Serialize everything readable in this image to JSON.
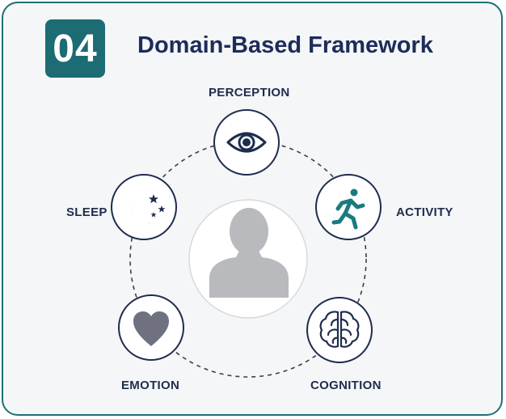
{
  "badge": {
    "number": "04"
  },
  "title": "Domain-Based Framework",
  "domains": {
    "perception": "PERCEPTION",
    "activity": "ACTIVITY",
    "cognition": "COGNITION",
    "emotion": "EMOTION",
    "sleep": "SLEEP"
  },
  "icons": {
    "center": "person-silhouette-icon",
    "perception": "eye-icon",
    "activity": "running-person-icon",
    "cognition": "brain-icon",
    "emotion": "heart-icon",
    "sleep": "moon-stars-icon"
  },
  "colors": {
    "accent": "#1d6b73",
    "title": "#1d2c5a",
    "node_border": "#1e2d4d",
    "activity_icon": "#1a7a7f",
    "silhouette": "#b8babd",
    "heart": "#6f7080"
  }
}
